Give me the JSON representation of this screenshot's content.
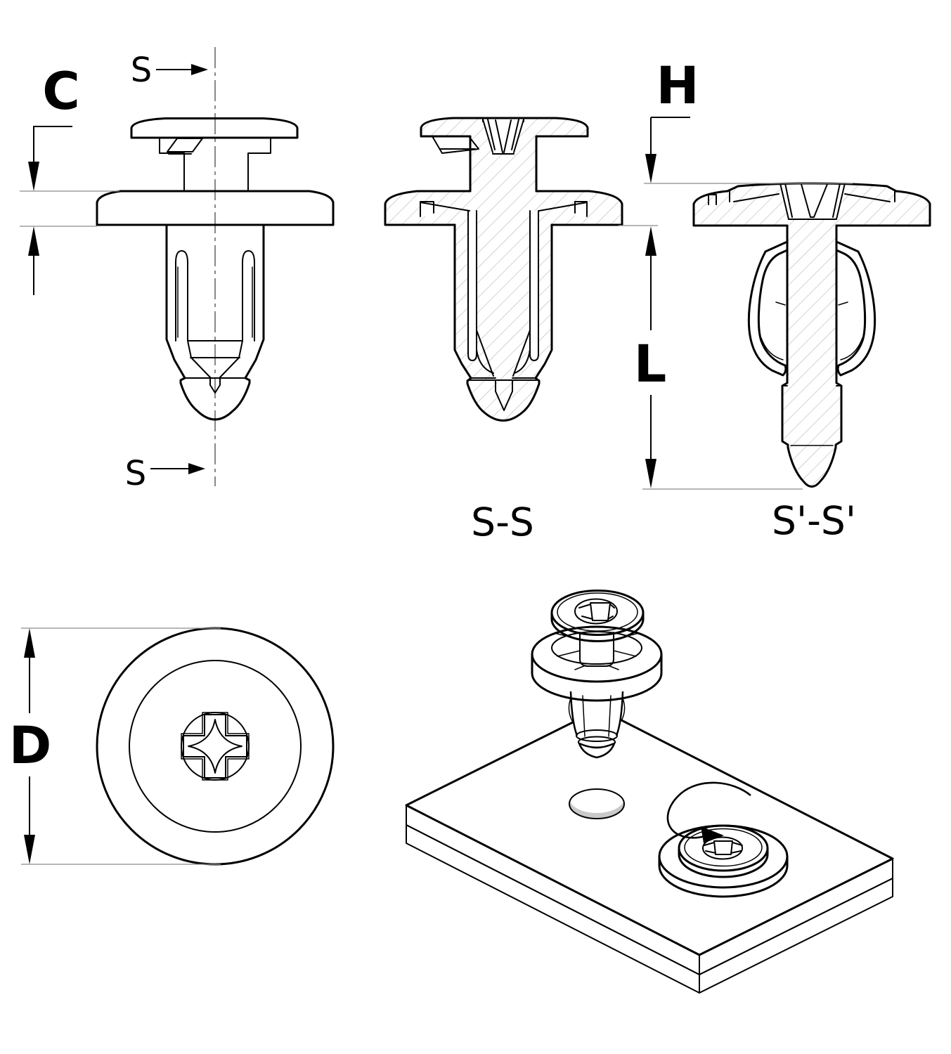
{
  "drawing": {
    "kind": "technical-drawing of a push-in plastic rivet fastener",
    "labels": {
      "dim_c": "C",
      "dim_h": "H",
      "dim_l": "L",
      "dim_d": "D",
      "section_marker_top": "S",
      "section_marker_bottom": "S",
      "section_title_ss": "S-S",
      "section_title_sprime": "S'-S'"
    },
    "colors": {
      "line": "#000000",
      "hatch": "#b5b5b5",
      "extension_line": "#8a8a8a",
      "plate_layer_gray": "#c9c9c9",
      "background": "#ffffff"
    }
  }
}
